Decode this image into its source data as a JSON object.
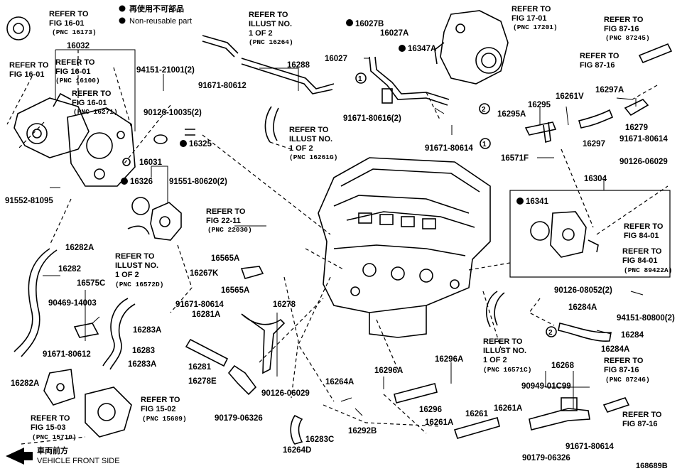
{
  "legend": {
    "reuse_label": "再使用不可部品",
    "nonreuse_label": "Non-reusable part"
  },
  "labels": {
    "p16032": "16032",
    "p94151_21001": "94151-21001(2)",
    "p90126_10035": "90126-10035(2)",
    "p16325": "16325",
    "p16031": "16031",
    "p16326": "16326",
    "p91551_80620": "91551-80620(2)",
    "p91552_81095": "91552-81095",
    "p16282A_top": "16282A",
    "p16282": "16282",
    "p16575C": "16575C",
    "p90469_14003": "90469-14003",
    "p91671_80612_left": "91671-80612",
    "p16282A_bottom": "16282A",
    "p16283A_upper": "16283A",
    "p16283": "16283",
    "p16283A_lower": "16283A",
    "p16281A": "16281A",
    "p16281": "16281",
    "p16278E": "16278E",
    "p16278": "16278",
    "p91671_80614_mid": "91671-80614",
    "p90126_06029_mid": "90126-06029",
    "p90179_06326_left": "90179-06326",
    "p16264A": "16264A",
    "p16283C": "16283C",
    "p16264D": "16264D",
    "p16292B": "16292B",
    "p16565A_top": "16565A",
    "p16267K": "16267K",
    "p16565A_bottom": "16565A",
    "p16288": "16288",
    "p91671_80612_top": "91671-80612",
    "p16027B": "16027B",
    "p16027A": "16027A",
    "p16027": "16027",
    "p16347A": "16347A",
    "p91671_80616": "91671-80616(2)",
    "p91671_80614_top": "91671-80614",
    "p16295A": "16295A",
    "p16295": "16295",
    "p16261V": "16261V",
    "p16297A": "16297A",
    "p16297": "16297",
    "p16279": "16279",
    "p91671_80614_right": "91671-80614",
    "p16571F": "16571F",
    "p90126_06029_right": "90126-06029",
    "p16304": "16304",
    "p16341": "16341",
    "p90126_08052": "90126-08052(2)",
    "p94151_80800": "94151-80800(2)",
    "p16284A_upper": "16284A",
    "p16284": "16284",
    "p16284A_lower": "16284A",
    "p16296A_left": "16296A",
    "p16296A_right": "16296A",
    "p16296": "16296",
    "p16261": "16261",
    "p16261A_left": "16261A",
    "p16261A_right": "16261A",
    "p16268": "16268",
    "p90949_01C99": "90949-01C99",
    "p91671_80614_bottom": "91671-80614",
    "p90179_06326_bottom": "90179-06326",
    "callout_1": "1",
    "callout_2": "2",
    "diagram_id": "168689B"
  },
  "refs": {
    "r_fig16_01_a": {
      "line1": "REFER TO",
      "line2": "FIG 16-01",
      "pnc": "(PNC 16173)"
    },
    "r_fig16_01_b": {
      "line1": "REFER TO",
      "line2": "FIG 16-01",
      "pnc": "(PNC 16100)"
    },
    "r_fig16_01_c": {
      "line1": "REFER TO",
      "line2": "FIG 16-01",
      "pnc": ""
    },
    "r_fig16_01_d": {
      "line1": "REFER TO",
      "line2": "FIG 16-01",
      "pnc": "(PNC 16271)"
    },
    "r_illust_16264": {
      "line1": "REFER TO",
      "line2": "ILLUST NO.",
      "line3": "1 OF 2",
      "pnc": "(PNC 16264)"
    },
    "r_illust_16261G": {
      "line1": "REFER TO",
      "line2": "ILLUST NO.",
      "line3": "1 OF 2",
      "pnc": "(PNC 16261G)"
    },
    "r_fig17_01": {
      "line1": "REFER TO",
      "line2": "FIG 17-01",
      "pnc": "(PNC 17201)"
    },
    "r_fig87_16_a": {
      "line1": "REFER TO",
      "line2": "FIG 87-16",
      "pnc": "(PNC 87245)"
    },
    "r_fig87_16_b": {
      "line1": "REFER TO",
      "line2": "FIG 87-16",
      "pnc": ""
    },
    "r_fig22_11": {
      "line1": "REFER TO",
      "line2": "FIG 22-11",
      "pnc": "(PNC 22030)"
    },
    "r_illust_16572D": {
      "line1": "REFER TO",
      "line2": "ILLUST NO.",
      "line3": "1 OF 2",
      "pnc": "(PNC 16572D)"
    },
    "r_fig84_01_a": {
      "line1": "REFER TO",
      "line2": "FIG 84-01",
      "pnc": ""
    },
    "r_fig84_01_b": {
      "line1": "REFER TO",
      "line2": "FIG 84-01",
      "pnc": "(PNC 89422A)"
    },
    "r_illust_16571C": {
      "line1": "REFER TO",
      "line2": "ILLUST NO.",
      "line3": "1 OF 2",
      "pnc": "(PNC 16571C)"
    },
    "r_fig87_16_c": {
      "line1": "REFER TO",
      "line2": "FIG 87-16",
      "pnc": "(PNC 87246)"
    },
    "r_fig87_16_d": {
      "line1": "REFER TO",
      "line2": "FIG 87-16",
      "pnc": ""
    },
    "r_fig15_02": {
      "line1": "REFER TO",
      "line2": "FIG 15-02",
      "pnc": "(PNC 15609)"
    },
    "r_fig15_03": {
      "line1": "REFER TO",
      "line2": "FIG 15-03",
      "pnc": "(PNC 15710)"
    }
  },
  "front": {
    "jp": "車両前方",
    "en": "VEHICLE FRONT SIDE"
  }
}
